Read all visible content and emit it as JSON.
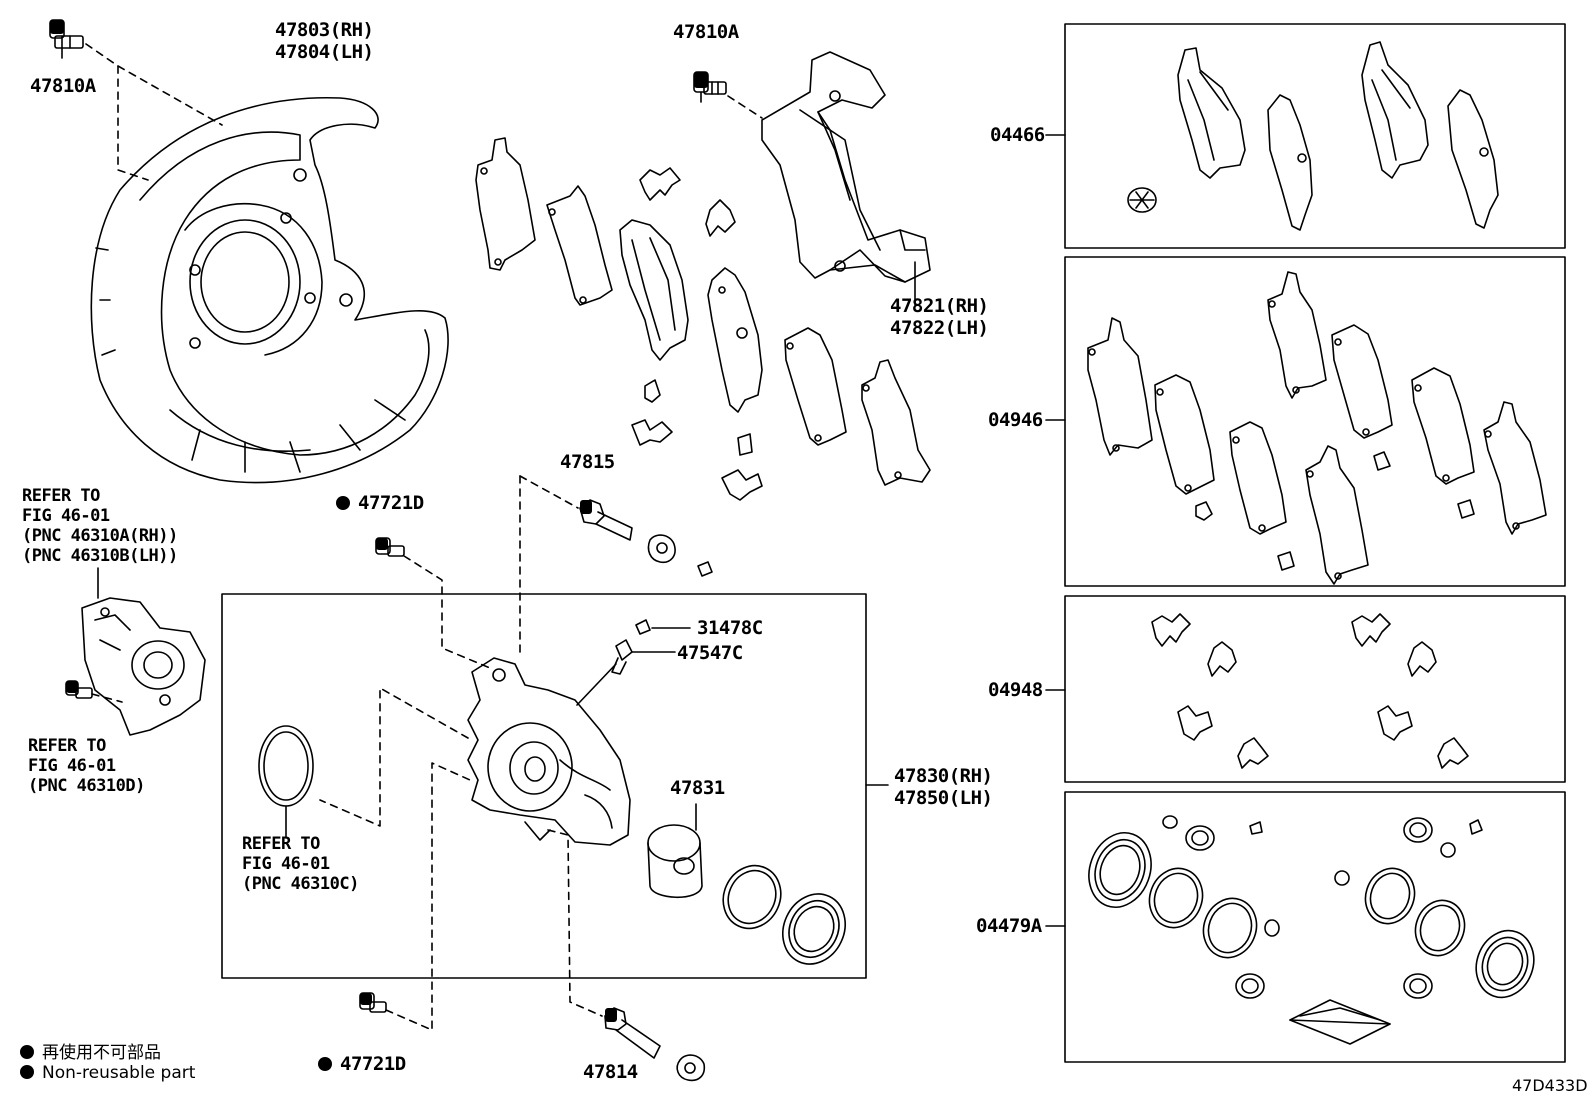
{
  "diagram_code": "47D433D",
  "legend": {
    "line_jp": "再使用不可部品",
    "line_en": "Non-reusable part"
  },
  "labels": {
    "p47810A_left": "47810A",
    "p47803_rh": "47803(RH)",
    "p47804_lh": "47804(LH)",
    "p47810A_mid": "47810A",
    "p47821_rh": "47821(RH)",
    "p47822_lh": "47822(LH)",
    "refer_top_1": "REFER TO",
    "refer_top_2": "FIG 46-01",
    "refer_top_3": "(PNC 46310A(RH))",
    "refer_top_4": "(PNC 46310B(LH))",
    "refer_mid_1": "REFER TO",
    "refer_mid_2": "FIG 46-01",
    "refer_mid_3": "(PNC 46310D)",
    "refer_low_1": "REFER TO",
    "refer_low_2": "FIG 46-01",
    "refer_low_3": "(PNC 46310C)",
    "p47721D_top": "47721D",
    "p47721D_bot": "47721D",
    "p47815": "47815",
    "p31478C": "31478C",
    "p47547C": "47547C",
    "p47830_rh": "47830(RH)",
    "p47850_lh": "47850(LH)",
    "p47831": "47831",
    "p47814": "47814",
    "p04466": "04466",
    "p04946": "04946",
    "p04948": "04948",
    "p04479A": "04479A"
  }
}
